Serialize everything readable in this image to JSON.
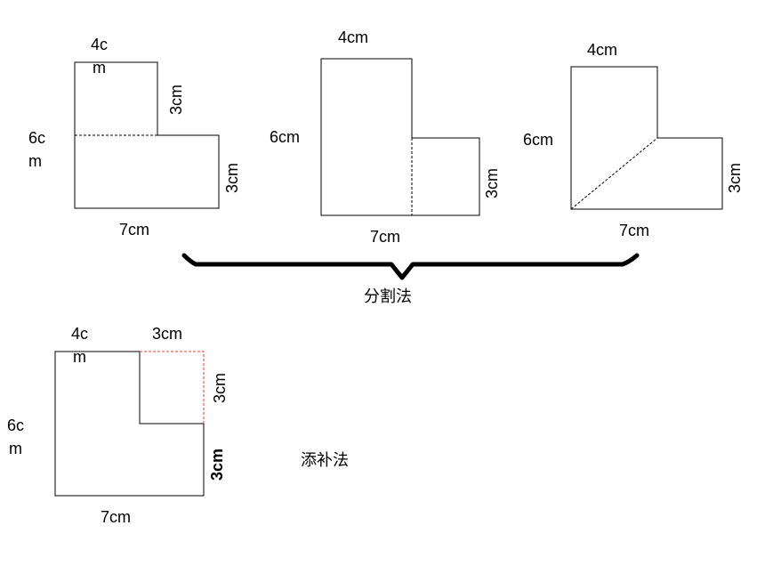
{
  "figure1": {
    "top": "4c",
    "top2": "m",
    "left": "6c",
    "left2": "m",
    "right_upper": "3cm",
    "right_lower": "3cm",
    "bottom": "7cm"
  },
  "figure2": {
    "top": "4cm",
    "left": "6cm",
    "right": "3cm",
    "bottom": "7cm"
  },
  "figure3": {
    "top": "4cm",
    "left": "6cm",
    "right": "3cm",
    "bottom": "7cm"
  },
  "division_method": "分割法",
  "figure4": {
    "top_left": "4c",
    "top_left2": "m",
    "top_right": "3cm",
    "left": "6c",
    "left2": "m",
    "right_upper": "3cm",
    "right_lower": "3cm",
    "bottom": "7cm"
  },
  "completion_method": "添补法"
}
